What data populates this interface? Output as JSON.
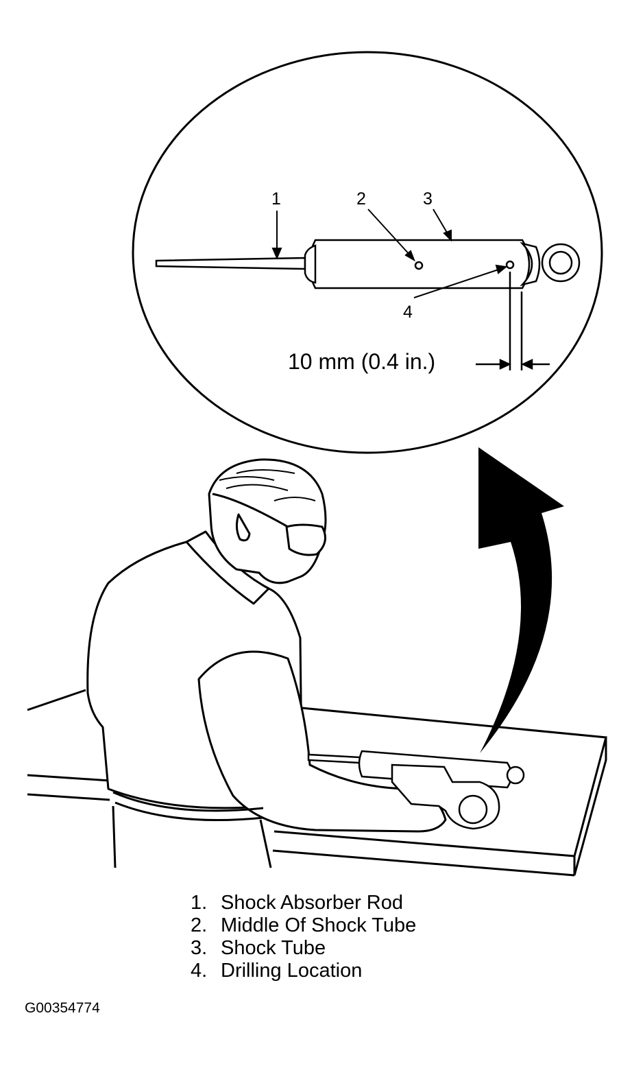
{
  "callouts": [
    "1",
    "2",
    "3",
    "4"
  ],
  "dimension_label": "10 mm (0.4 in.)",
  "legend": [
    {
      "num": "1.",
      "label": "Shock Absorber Rod"
    },
    {
      "num": "2.",
      "label": "Middle Of Shock Tube"
    },
    {
      "num": "3.",
      "label": "Shock Tube"
    },
    {
      "num": "4.",
      "label": "Drilling Location"
    }
  ],
  "figure_id": "G00354774",
  "colors": {
    "ink": "#000000",
    "paper": "#ffffff"
  }
}
